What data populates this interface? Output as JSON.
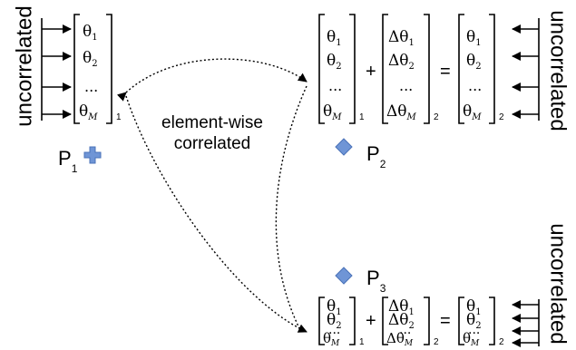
{
  "labels": {
    "uncorrelated": "uncorrelated",
    "correlation_line1": "element-wise",
    "correlation_line2": "correlated"
  },
  "matrix_entries": {
    "theta1": "θ",
    "theta2": "θ",
    "dots": "...",
    "thetaM": "θ",
    "delta_theta1": "Δθ",
    "delta_theta2": "Δθ",
    "delta_thetaM": "Δθ",
    "sub1": "1",
    "sub2": "2",
    "subM": "M"
  },
  "matrix_subscripts": {
    "one": "1",
    "two": "2"
  },
  "operators": {
    "plus": "+",
    "equals": "="
  },
  "points": {
    "p1": {
      "letter": "P",
      "sub": "1",
      "marker": "plus-cross"
    },
    "p2": {
      "letter": "P",
      "sub": "2",
      "marker": "diamond"
    },
    "p3": {
      "letter": "P",
      "sub": "3",
      "marker": "diamond"
    }
  },
  "colors": {
    "marker_fill": "#6f95d6",
    "marker_stroke": "#4a72b8",
    "ink": "#000000"
  }
}
